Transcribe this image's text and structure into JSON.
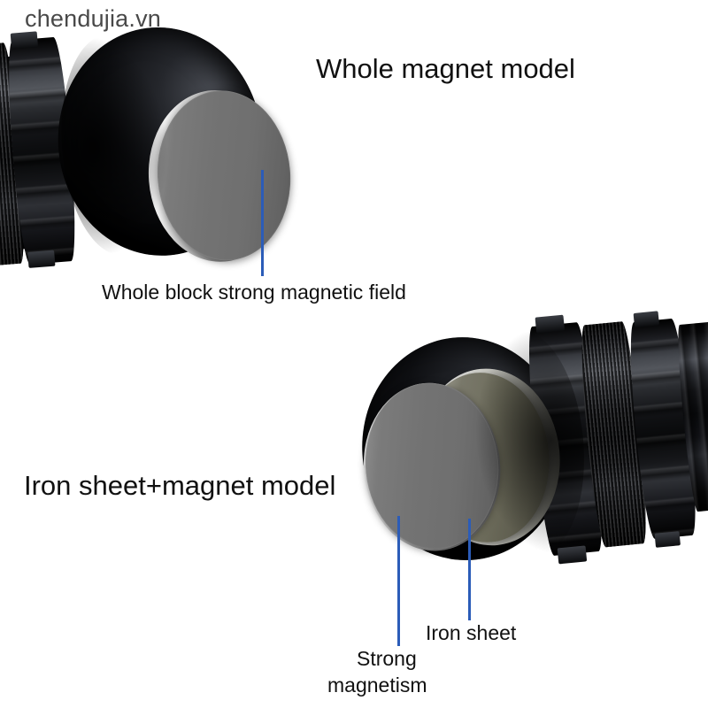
{
  "watermark": {
    "text": "chendujia.vn"
  },
  "colors": {
    "background": "#ffffff",
    "leader_line": "#2b5cb8",
    "text": "#111111",
    "magnet_face": "#757575",
    "iron_sheet_face": "#6e6d5c",
    "body_black": "#0a0a0c"
  },
  "sections": [
    {
      "id": "whole-magnet",
      "title": "Whole magnet model",
      "callouts": [
        {
          "id": "whole-field",
          "text": "Whole block strong magnetic field"
        }
      ]
    },
    {
      "id": "iron-sheet-magnet",
      "title": "Iron sheet+magnet model",
      "callouts": [
        {
          "id": "iron-sheet",
          "text": "Iron sheet"
        },
        {
          "id": "strong-magnetism-line1",
          "text": "Strong"
        },
        {
          "id": "strong-magnetism-line2",
          "text": "magnetism"
        }
      ]
    }
  ]
}
